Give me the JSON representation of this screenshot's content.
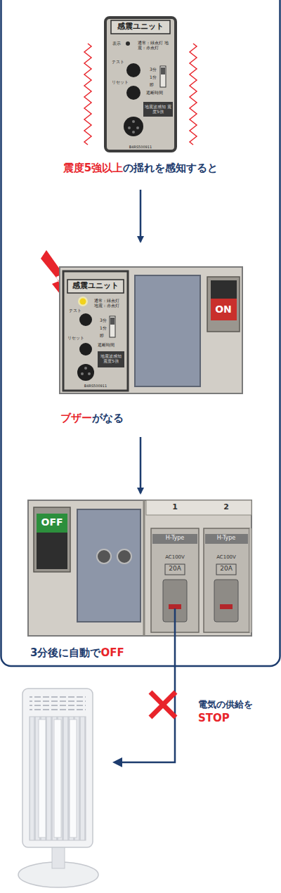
{
  "diagram": {
    "nodes": [
      {
        "text": [
          "感震ユニット",
          "表示",
          "通常：緑点灯 地震：赤点灯",
          "テスト",
          "3分",
          "1分",
          "即",
          "リセット",
          "遮断時間",
          "地震波感知 震度5強",
          "B4RS500911",
          "震度5強以上",
          "の揺れを感知すると"
        ]
      },
      {
        "text": [
          "感震ユニット",
          "通常：緑点灯 地震：赤点灯",
          "テスト",
          "3分",
          "1分",
          "即",
          "リセット",
          "遮断時間",
          "地震波感知 震度5強",
          "B4RS500911",
          "ON",
          "ブザー",
          "がなる"
        ]
      },
      {
        "text": [
          "OFF",
          "1",
          "2",
          "H-Type",
          "H-Type",
          "AC100V",
          "AC100V",
          "20A",
          "20A",
          "3分後に自動で",
          "OFF"
        ]
      }
    ],
    "edges": [
      {
        "from": 0,
        "to": 1,
        "arrow": "to"
      },
      {
        "from": 1,
        "to": 2,
        "arrow": "to"
      }
    ],
    "labels": [
      "電気の供給を",
      "STOP"
    ]
  }
}
